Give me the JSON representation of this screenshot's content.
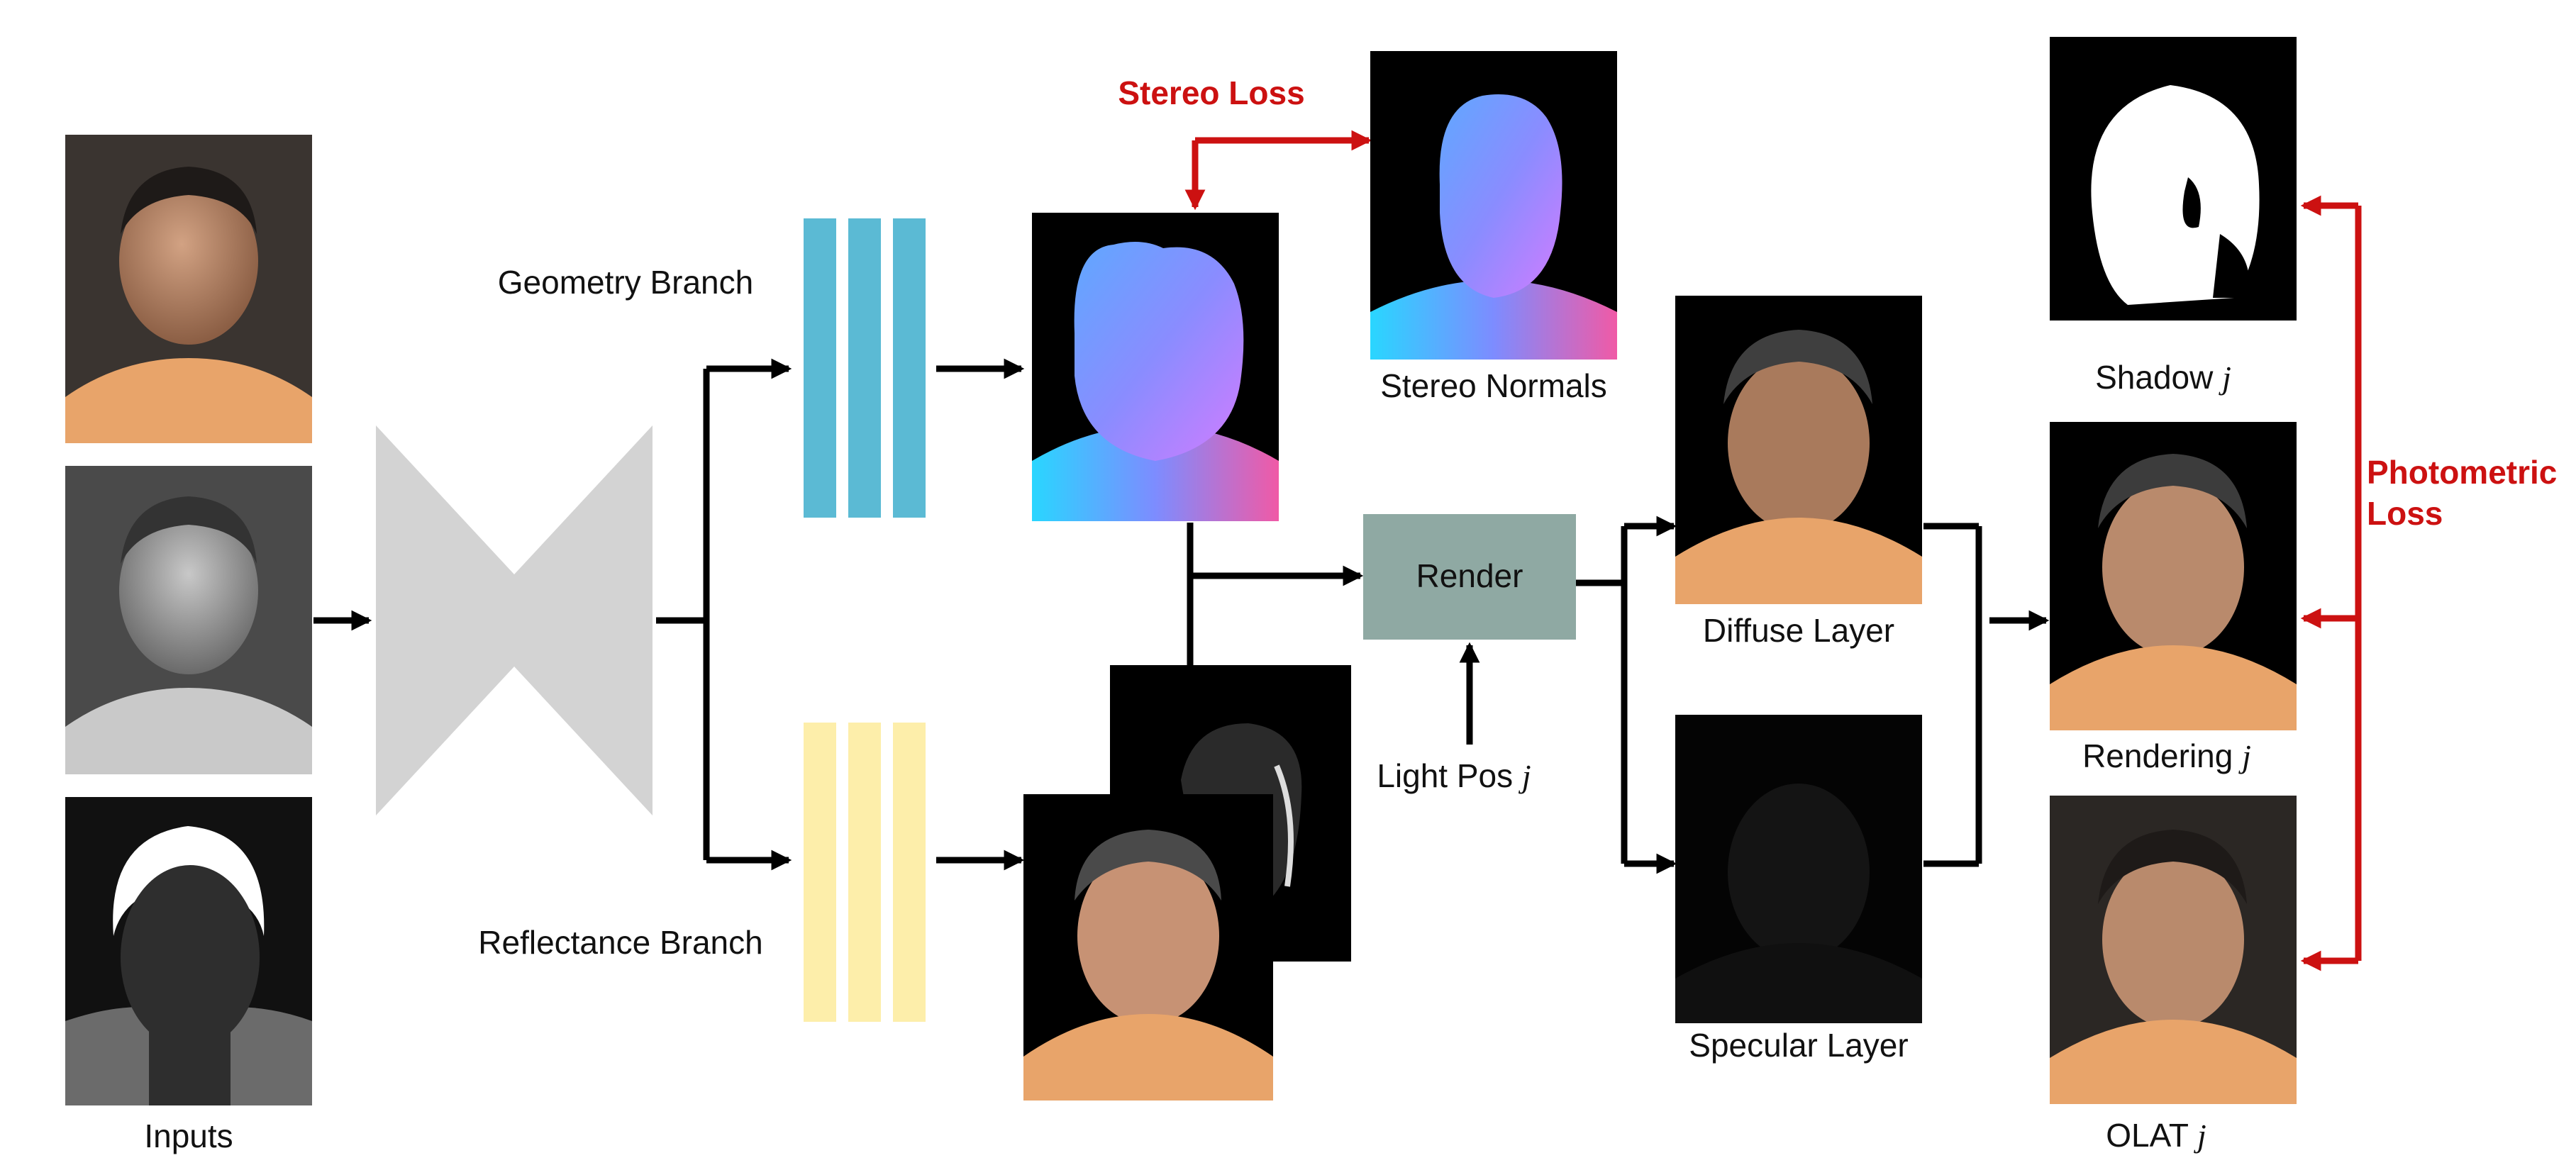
{
  "labels": {
    "inputs": "Inputs",
    "geometry_branch": "Geometry Branch",
    "reflectance_branch": "Reflectance Branch",
    "stereo_loss": "Stereo Loss",
    "stereo_normals": "Stereo Normals",
    "render": "Render",
    "light_pos": "Light Pos",
    "diffuse_layer": "Diffuse Layer",
    "specular_layer": "Specular Layer",
    "shadow": "Shadow",
    "rendering": "Rendering",
    "olat": "OLAT",
    "photometric_loss_line1": "Photometric",
    "photometric_loss_line2": "Loss",
    "index_j": "j"
  },
  "colors": {
    "geometry_branch": "#5bbad4",
    "reflectance_branch": "#fdeeaa",
    "encoder_decoder": "#d3d3d3",
    "render_box": "#8fa9a3",
    "loss_arrow": "#cc1111",
    "flow_arrow": "#000000",
    "skin": "#b98a6c",
    "shirt": "#e8a46a",
    "photo_background": "#2b2724"
  },
  "images": [
    "input-photo-color",
    "input-photo-gray",
    "input-mask",
    "normal-map",
    "stereo-normal-map",
    "albedo-map",
    "specular-map",
    "diffuse-layer",
    "specular-layer",
    "shadow-mask",
    "rendering",
    "olat-photo"
  ]
}
